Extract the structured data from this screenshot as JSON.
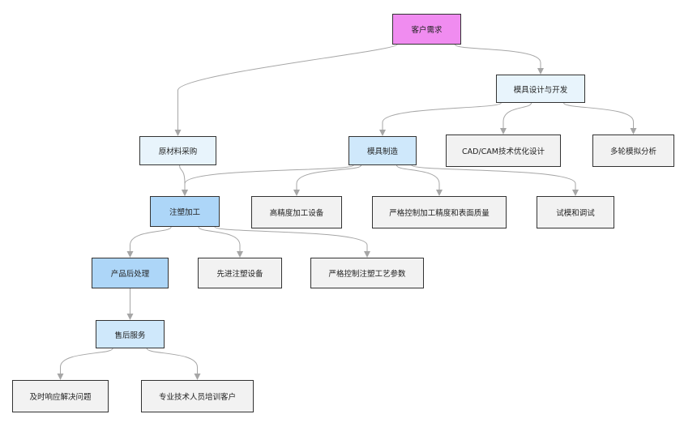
{
  "colors": {
    "root_fill": "#f08cf0",
    "light_blue_fill": "#e8f4fc",
    "mid_blue_fill": "#cfe8fb",
    "deep_blue_fill": "#add6f8",
    "gray_fill": "#f2f2f2",
    "edge_color": "#a6a6a6",
    "border_color": "#333333"
  },
  "nodes": {
    "root": "客户需求",
    "mold_design": "模具设计与开发",
    "raw_material": "原材料采购",
    "mold_making": "模具制造",
    "cad_cam": "CAD/CAM技术优化设计",
    "simulation": "多轮模拟分析",
    "injection": "注塑加工",
    "high_precision": "高精度加工设备",
    "strict_precision": "严格控制加工精度和表面质量",
    "trial_mold": "试模和调试",
    "post_processing": "产品后处理",
    "advanced_equipment": "先进注塑设备",
    "strict_params": "严格控制注塑工艺参数",
    "after_sales": "售后服务",
    "timely_response": "及时响应解决问题",
    "training": "专业技术人员培训客户"
  },
  "edges": [
    {
      "from": "root",
      "to": "mold_design"
    },
    {
      "from": "root",
      "to": "raw_material"
    },
    {
      "from": "mold_design",
      "to": "mold_making"
    },
    {
      "from": "mold_design",
      "to": "cad_cam"
    },
    {
      "from": "mold_design",
      "to": "simulation"
    },
    {
      "from": "raw_material",
      "to": "injection"
    },
    {
      "from": "mold_making",
      "to": "injection"
    },
    {
      "from": "mold_making",
      "to": "high_precision"
    },
    {
      "from": "mold_making",
      "to": "strict_precision"
    },
    {
      "from": "mold_making",
      "to": "trial_mold"
    },
    {
      "from": "injection",
      "to": "post_processing"
    },
    {
      "from": "injection",
      "to": "advanced_equipment"
    },
    {
      "from": "injection",
      "to": "strict_params"
    },
    {
      "from": "post_processing",
      "to": "after_sales"
    },
    {
      "from": "after_sales",
      "to": "timely_response"
    },
    {
      "from": "after_sales",
      "to": "training"
    }
  ]
}
